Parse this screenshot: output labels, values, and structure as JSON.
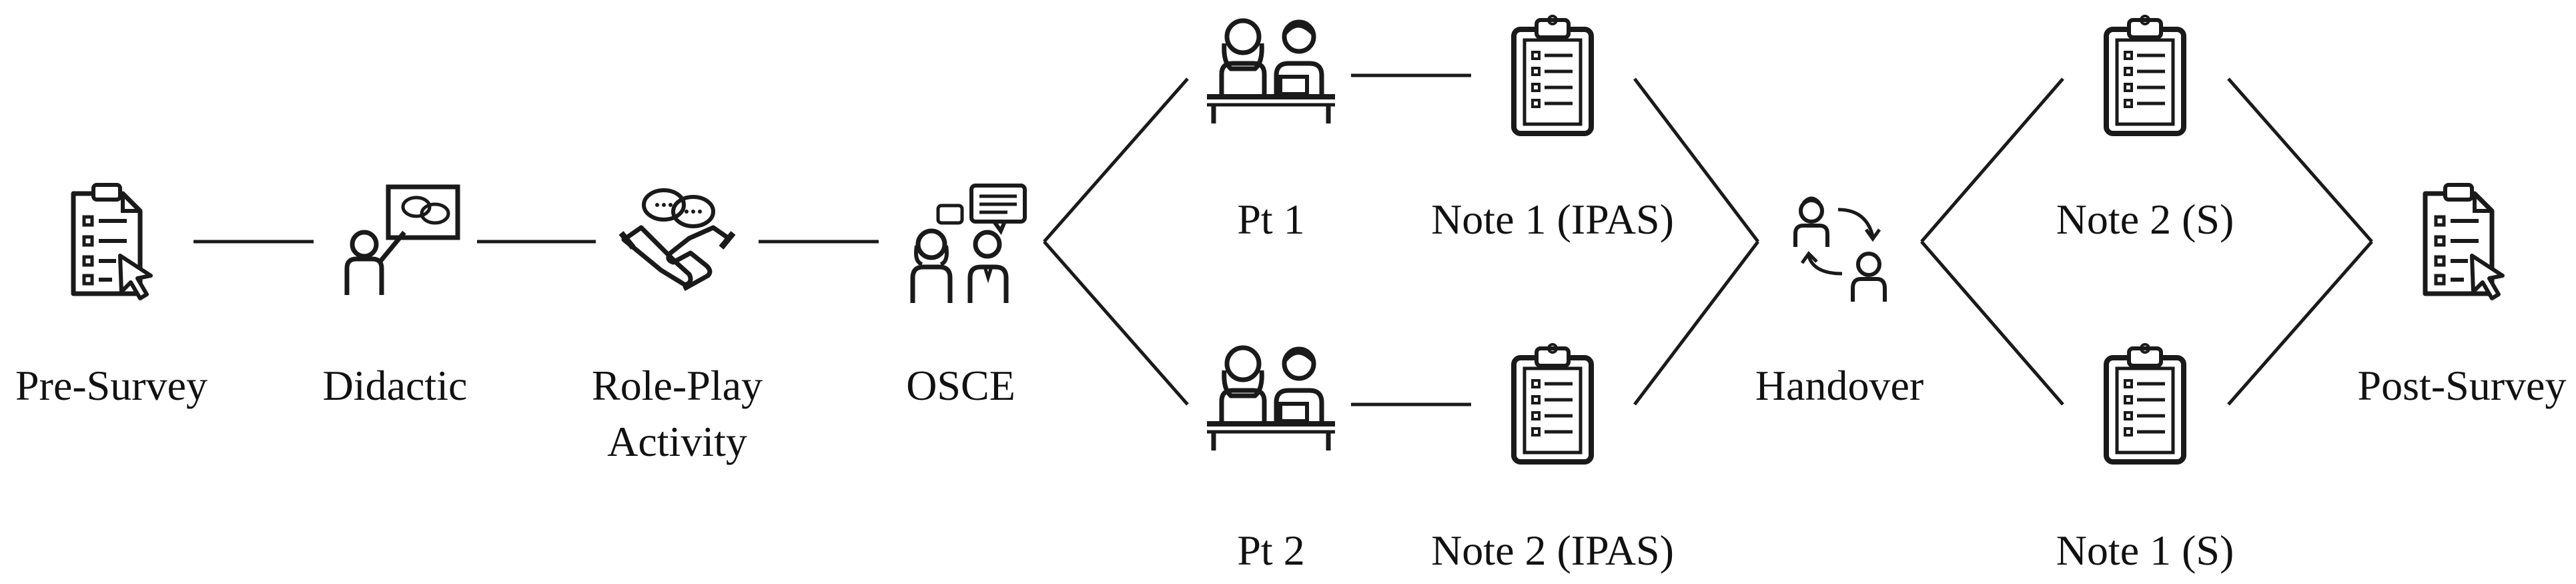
{
  "diagram": {
    "nodes": {
      "pre_survey": {
        "label": "Pre-Survey",
        "icon": "survey-clipboard-icon"
      },
      "didactic": {
        "label": "Didactic",
        "icon": "teacher-board-icon"
      },
      "role_play": {
        "label": "Role-Play Activity",
        "icon": "handshake-chat-icon"
      },
      "osce": {
        "label": "OSCE",
        "icon": "people-conversation-icon"
      },
      "pt1": {
        "label": "Pt 1",
        "icon": "patient-doctor-desk-icon"
      },
      "pt2": {
        "label": "Pt 2",
        "icon": "patient-doctor-desk-icon"
      },
      "note1_ipas": {
        "label": "Note 1 (IPAS)",
        "icon": "clipboard-checklist-icon"
      },
      "note2_ipas": {
        "label": "Note 2 (IPAS)",
        "icon": "clipboard-checklist-icon"
      },
      "handover": {
        "label": "Handover",
        "icon": "handover-exchange-icon"
      },
      "note2_s": {
        "label": "Note 2 (S)",
        "icon": "clipboard-checklist-icon"
      },
      "note1_s": {
        "label": "Note 1 (S)",
        "icon": "clipboard-checklist-icon"
      },
      "post_survey": {
        "label": "Post-Survey",
        "icon": "survey-clipboard-icon"
      }
    },
    "colors": {
      "stroke": "#1a1a1a",
      "text": "#111111",
      "background": "#ffffff"
    }
  }
}
